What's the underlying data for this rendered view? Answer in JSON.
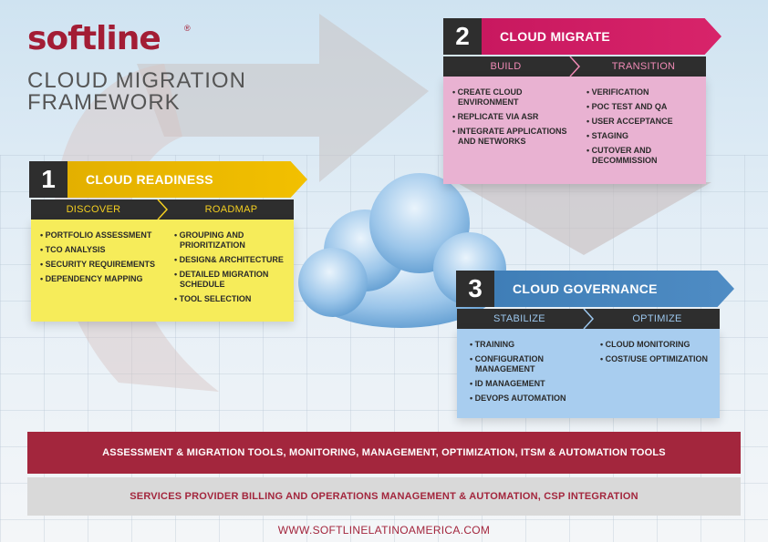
{
  "brand": {
    "logo": "softline",
    "registered": "®",
    "title_line1": "CLOUD MIGRATION",
    "title_line2": "FRAMEWORK"
  },
  "sections": [
    {
      "number": "1",
      "title": "CLOUD READINESS",
      "color": "#f2c000",
      "phases": [
        "DISCOVER",
        "ROADMAP"
      ],
      "left_items": [
        "PORTFOLIO ASSESSMENT",
        "TCO ANALYSIS",
        "SECURITY REQUIREMENTS",
        "DEPENDENCY MAPPING"
      ],
      "right_items": [
        "GROUPING AND PRIORITIZATION",
        "DESIGN& ARCHITECTURE",
        "DETAILED MIGRATION SCHEDULE",
        "TOOL SELECTION"
      ]
    },
    {
      "number": "2",
      "title": "CLOUD MIGRATE",
      "color": "#d8246a",
      "phases": [
        "BUILD",
        "TRANSITION"
      ],
      "left_items": [
        "CREATE CLOUD ENVIRONMENT",
        "REPLICATE VIA ASR",
        "INTEGRATE APPLICATIONS AND NETWORKS"
      ],
      "right_items": [
        "VERIFICATION",
        "POC TEST AND QA",
        "USER ACCEPTANCE",
        "STAGING",
        "CUTOVER AND DECOMMISSION"
      ]
    },
    {
      "number": "3",
      "title": "CLOUD GOVERNANCE",
      "color": "#4f8cc4",
      "phases": [
        "STABILIZE",
        "OPTIMIZE"
      ],
      "left_items": [
        "TRAINING",
        "CONFIGURATION MANAGEMENT",
        "ID MANAGEMENT",
        "DEVOPS AUTOMATION"
      ],
      "right_items": [
        "CLOUD MONITORING",
        "COST/USE OPTIMIZATION"
      ]
    }
  ],
  "bars": {
    "tools": "ASSESSMENT & MIGRATION TOOLS, MONITORING, MANAGEMENT, OPTIMIZATION, ITSM & AUTOMATION TOOLS",
    "services": "SERVICES PROVIDER BILLING AND OPERATIONS MANAGEMENT & AUTOMATION, CSP INTEGRATION"
  },
  "footer": {
    "url": "WWW.SOFTLINELATINOAMERICA.COM"
  },
  "colors": {
    "brand_red": "#a3263d",
    "dark": "#2e2e2e"
  }
}
